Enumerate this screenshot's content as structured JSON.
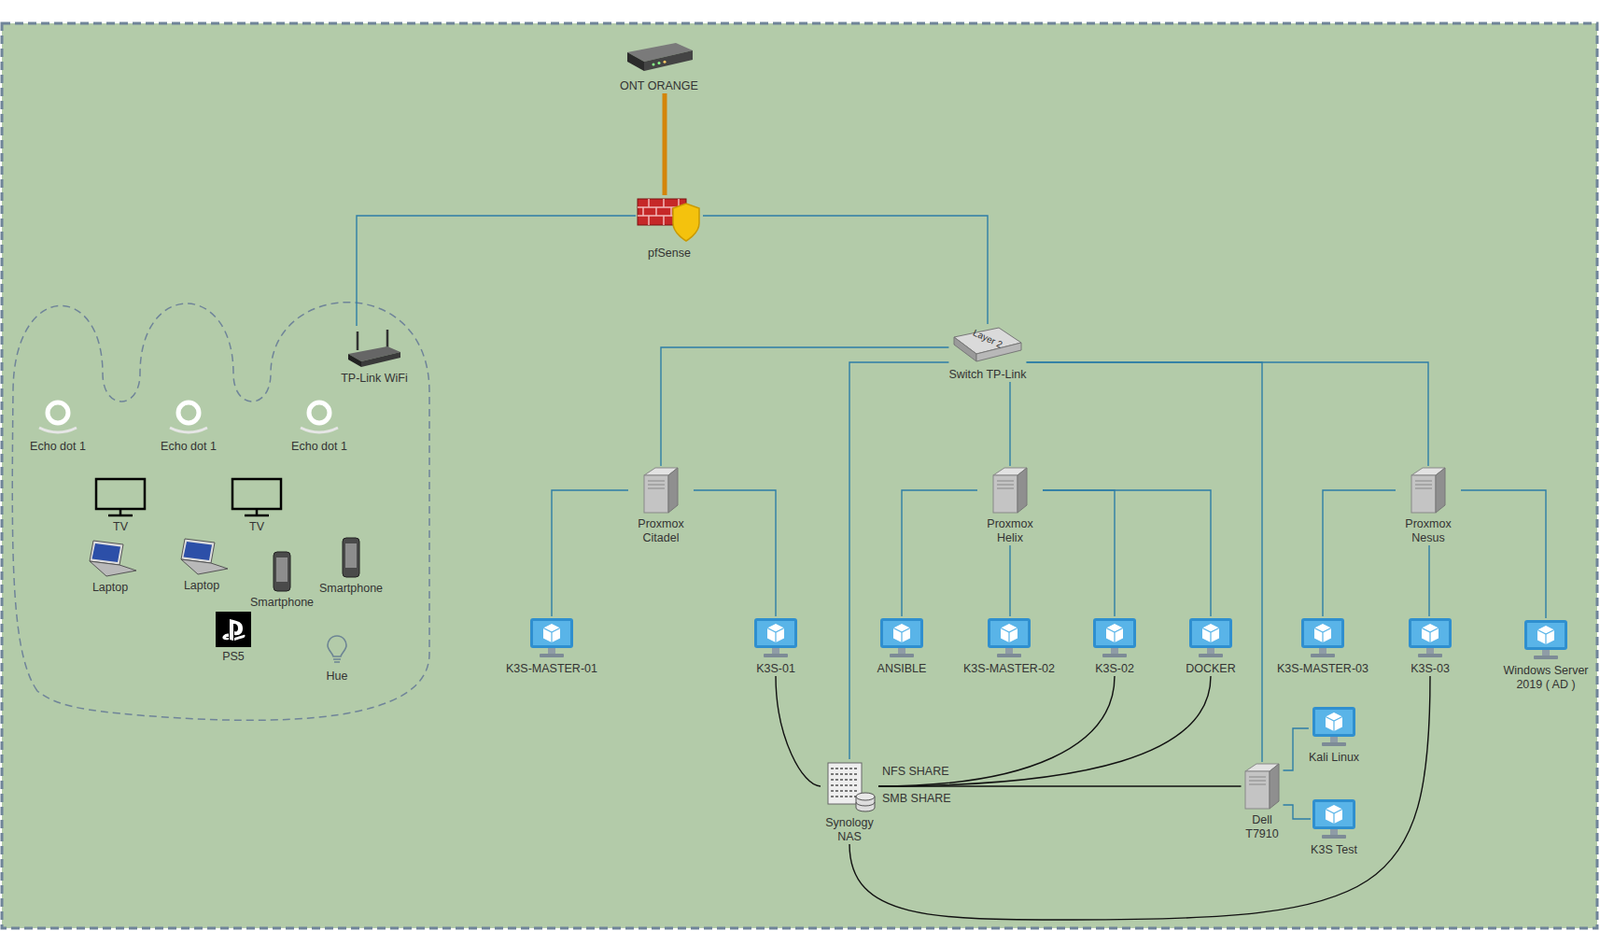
{
  "diagram": {
    "nodes": [
      {
        "text": [
          "ONT ORANGE"
        ]
      },
      {
        "text": [
          "pfSense"
        ]
      },
      {
        "text": [
          "TP-Link WiFi"
        ]
      },
      {
        "text": [
          "Switch TP-Link"
        ]
      },
      {
        "text": [
          "Echo dot 1"
        ]
      },
      {
        "text": [
          "Echo dot 1"
        ]
      },
      {
        "text": [
          "Echo dot 1"
        ]
      },
      {
        "text": [
          "TV"
        ]
      },
      {
        "text": [
          "TV"
        ]
      },
      {
        "text": [
          "Laptop"
        ]
      },
      {
        "text": [
          "Laptop"
        ]
      },
      {
        "text": [
          "Smartphone"
        ]
      },
      {
        "text": [
          "Smartphone"
        ]
      },
      {
        "text": [
          "PS5"
        ]
      },
      {
        "text": [
          "Hue"
        ]
      },
      {
        "text": [
          "Proxmox Citadel"
        ]
      },
      {
        "text": [
          "Proxmox Helix"
        ]
      },
      {
        "text": [
          "Proxmox Nesus"
        ]
      },
      {
        "text": [
          "K3S-MASTER-01"
        ]
      },
      {
        "text": [
          "K3S-01"
        ]
      },
      {
        "text": [
          "ANSIBLE"
        ]
      },
      {
        "text": [
          "K3S-MASTER-02"
        ]
      },
      {
        "text": [
          "K3S-02"
        ]
      },
      {
        "text": [
          "DOCKER"
        ]
      },
      {
        "text": [
          "K3S-MASTER-03"
        ]
      },
      {
        "text": [
          "K3S-03"
        ]
      },
      {
        "text": [
          "Windows Server 2019 ( AD )"
        ]
      },
      {
        "text": [
          "Kali Linux"
        ]
      },
      {
        "text": [
          "Synology NAS"
        ]
      },
      {
        "text": [
          "Dell T7910"
        ]
      },
      {
        "text": [
          "K3S Test"
        ]
      }
    ],
    "edges": [
      {
        "from": 0,
        "to": 1,
        "arrow": "none"
      },
      {
        "from": 1,
        "to": 2,
        "arrow": "none"
      },
      {
        "from": 1,
        "to": 3,
        "arrow": "none"
      },
      {
        "from": 3,
        "to": 15,
        "arrow": "none"
      },
      {
        "from": 3,
        "to": 28,
        "arrow": "none"
      },
      {
        "from": 3,
        "to": 16,
        "arrow": "none"
      },
      {
        "from": 3,
        "to": 29,
        "arrow": "none"
      },
      {
        "from": 3,
        "to": 17,
        "arrow": "none"
      },
      {
        "from": 15,
        "to": 18,
        "arrow": "none"
      },
      {
        "from": 15,
        "to": 19,
        "arrow": "none"
      },
      {
        "from": 16,
        "to": 20,
        "arrow": "none"
      },
      {
        "from": 16,
        "to": 21,
        "arrow": "none"
      },
      {
        "from": 16,
        "to": 22,
        "arrow": "none"
      },
      {
        "from": 16,
        "to": 23,
        "arrow": "none"
      },
      {
        "from": 17,
        "to": 24,
        "arrow": "none"
      },
      {
        "from": 17,
        "to": 25,
        "arrow": "none"
      },
      {
        "from": 17,
        "to": 26,
        "arrow": "none"
      },
      {
        "from": 29,
        "to": 27,
        "arrow": "none"
      },
      {
        "from": 29,
        "to": 30,
        "arrow": "none"
      },
      {
        "from": 28,
        "to": 19,
        "arrow": "none"
      },
      {
        "from": 28,
        "to": 22,
        "arrow": "none"
      },
      {
        "from": 28,
        "to": 23,
        "arrow": "none"
      },
      {
        "from": 28,
        "to": 29,
        "arrow": "none"
      },
      {
        "from": 28,
        "to": 25,
        "arrow": "none"
      }
    ],
    "labels": [
      "NFS SHARE",
      "SMB SHARE",
      "Layer 2"
    ]
  }
}
